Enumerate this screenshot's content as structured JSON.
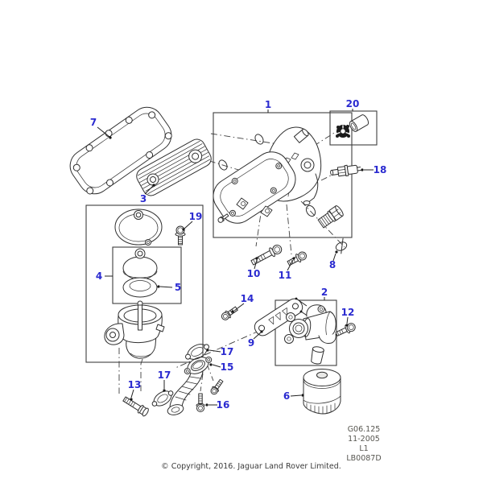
{
  "labels": {
    "n1": "1",
    "n2": "2",
    "n3": "3",
    "n4": "4",
    "n5": "5",
    "n6": "6",
    "n7": "7",
    "n8": "8",
    "n9": "9",
    "n10": "10",
    "n11": "11",
    "n12": "12",
    "n13": "13",
    "n14": "14",
    "n15": "15",
    "n16": "16",
    "n17": "17",
    "n18": "18",
    "n19": "19",
    "n20": "20"
  },
  "ref_block": {
    "code": "G06.125",
    "date": "11-2005",
    "level": "L1",
    "drawing_no": "LB0087D"
  },
  "copyright": "© Copyright, 2016. Jaguar Land Rover Limited.",
  "colors": {
    "callout_blue": "#2b2bd0",
    "line": "#2f2f2f",
    "background": "#ffffff"
  }
}
